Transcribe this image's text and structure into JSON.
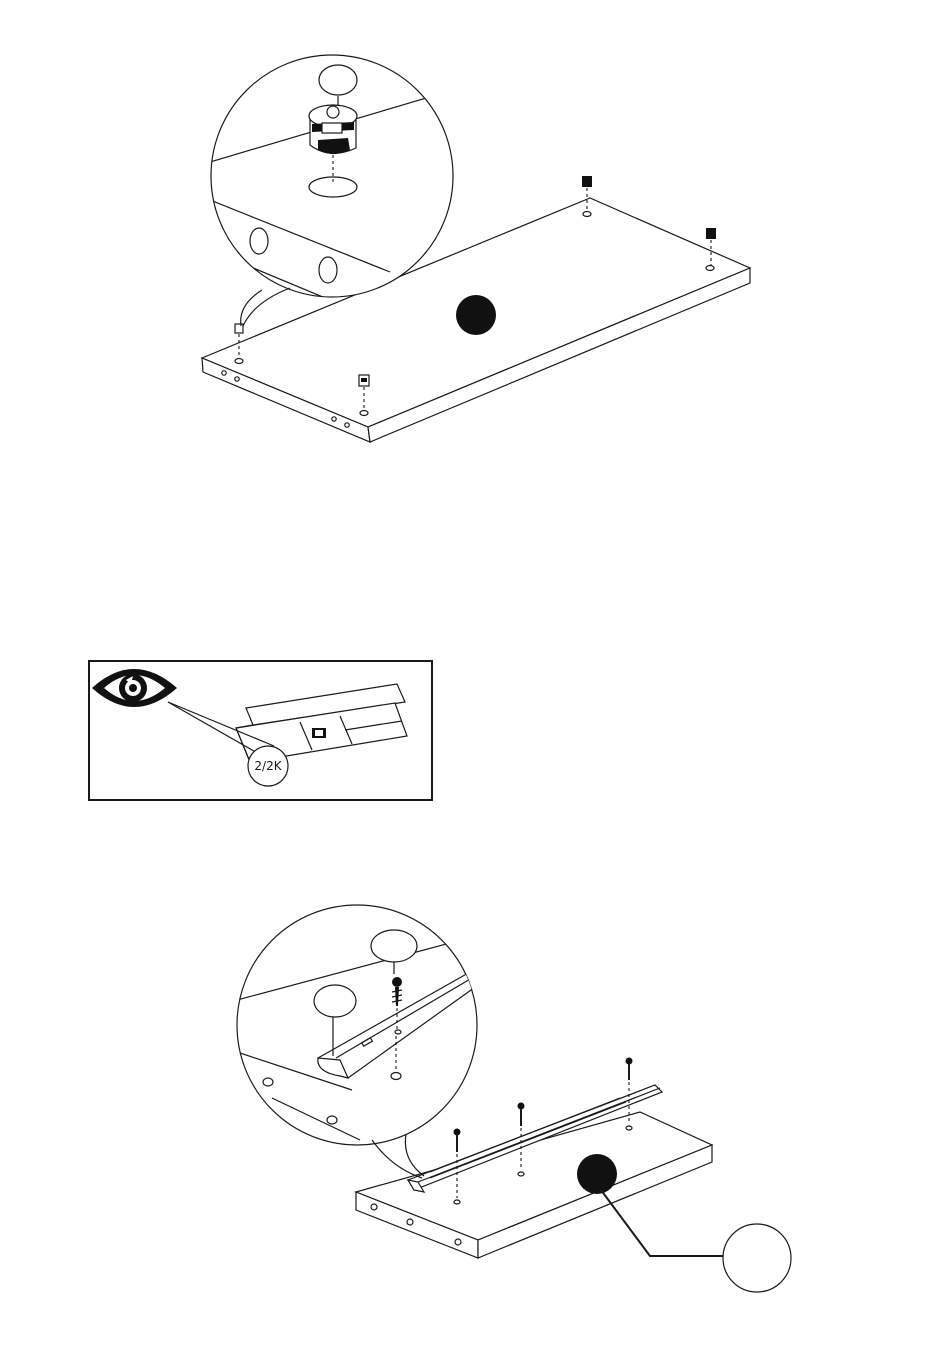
{
  "page": {
    "background": "#ffffff",
    "line_color": "#1a1a1a",
    "fill_color": "#111111"
  },
  "steps": [
    {
      "name": "step-cam-fittings",
      "icon": "filled-step-dot"
    },
    {
      "name": "step-check-box",
      "icon": "eye-icon"
    },
    {
      "name": "step-drawer-runner",
      "icon": "filled-step-dot"
    }
  ],
  "box_check": {
    "label": "2/2K"
  }
}
